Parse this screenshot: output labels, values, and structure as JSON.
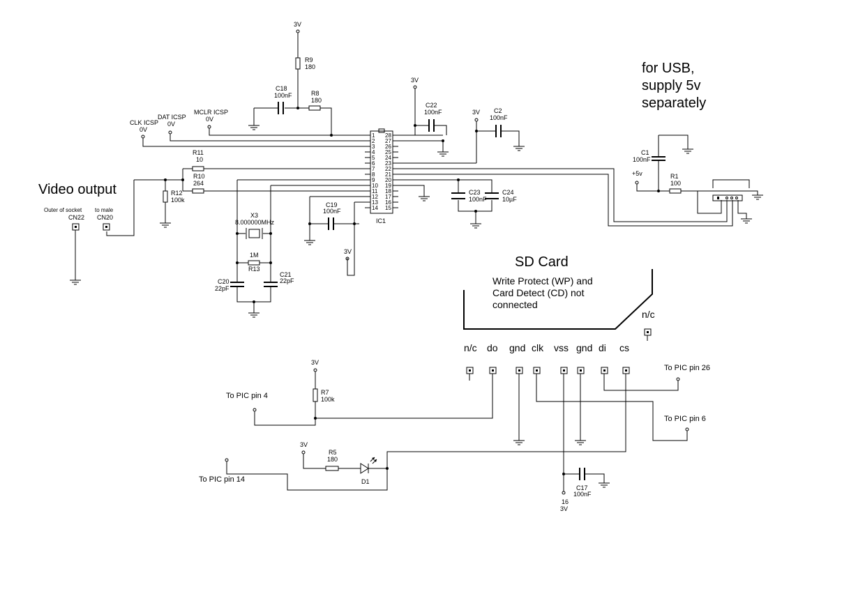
{
  "notes": {
    "usb": [
      "for USB,",
      "supply 5v",
      "separately"
    ],
    "video_output": "Video output",
    "sd_card": "SD Card",
    "sd_note": [
      "Write Protect (WP) and",
      "Card Detect (CD) not",
      "connected"
    ]
  },
  "rails": {
    "v3": "3V",
    "v0": "0V",
    "v5": "+5v"
  },
  "icsp": {
    "clk": "CLK ICSP",
    "dat": "DAT ICSP",
    "mclr": "MCLR ICSP"
  },
  "connectors": {
    "cn22": "CN22",
    "cn22_note": "Outer of socket",
    "cn20": "CN20",
    "cn20_note": "to male"
  },
  "components": {
    "r9": {
      "ref": "R9",
      "value": "180"
    },
    "r8": {
      "ref": "R8",
      "value": "180"
    },
    "c18": {
      "ref": "C18",
      "value": "100nF"
    },
    "c22": {
      "ref": "C22",
      "value": "100nF"
    },
    "c2": {
      "ref": "C2",
      "value": "100nF"
    },
    "r11": {
      "ref": "R11",
      "value": "10"
    },
    "r10": {
      "ref": "R10",
      "value": "264"
    },
    "r12": {
      "ref": "R12",
      "value": "100k"
    },
    "x3": {
      "ref": "X3",
      "value": "8.000000MHz"
    },
    "r13": {
      "ref": "R13",
      "value": "1M"
    },
    "c20": {
      "ref": "C20",
      "value": "22pF"
    },
    "c21": {
      "ref": "C21",
      "value": "22pF"
    },
    "c19": {
      "ref": "C19",
      "value": "100nF"
    },
    "c23": {
      "ref": "C23",
      "value": "100nF"
    },
    "c24": {
      "ref": "C24",
      "value": "10µF"
    },
    "ic1": {
      "ref": "IC1"
    },
    "c1": {
      "ref": "C1",
      "value": "100nF"
    },
    "r1": {
      "ref": "R1",
      "value": "100"
    },
    "r7": {
      "ref": "R7",
      "value": "100k"
    },
    "r5": {
      "ref": "R5",
      "value": "180"
    },
    "d1": {
      "ref": "D1"
    },
    "c17": {
      "ref": "C17",
      "value": "100nF"
    }
  },
  "ic_pins": {
    "left": [
      "1",
      "2",
      "3",
      "4",
      "5",
      "6",
      "7",
      "8",
      "9",
      "10",
      "11",
      "12",
      "13",
      "14"
    ],
    "right": [
      "28",
      "27",
      "26",
      "25",
      "24",
      "23",
      "22",
      "21",
      "20",
      "19",
      "18",
      "17",
      "16",
      "15"
    ]
  },
  "sd_pins": [
    "n/c",
    "do",
    "gnd",
    "clk",
    "vss",
    "gnd",
    "di",
    "cs"
  ],
  "sd_nc_extra": "n/c",
  "pic_links": {
    "pin4": "To PIC pin 4",
    "pin14": "To PIC pin 14",
    "pin26": "To PIC pin 26",
    "pin6": "To PIC pin 6"
  },
  "vss_pin": {
    "number": "16",
    "rail": "3V"
  }
}
